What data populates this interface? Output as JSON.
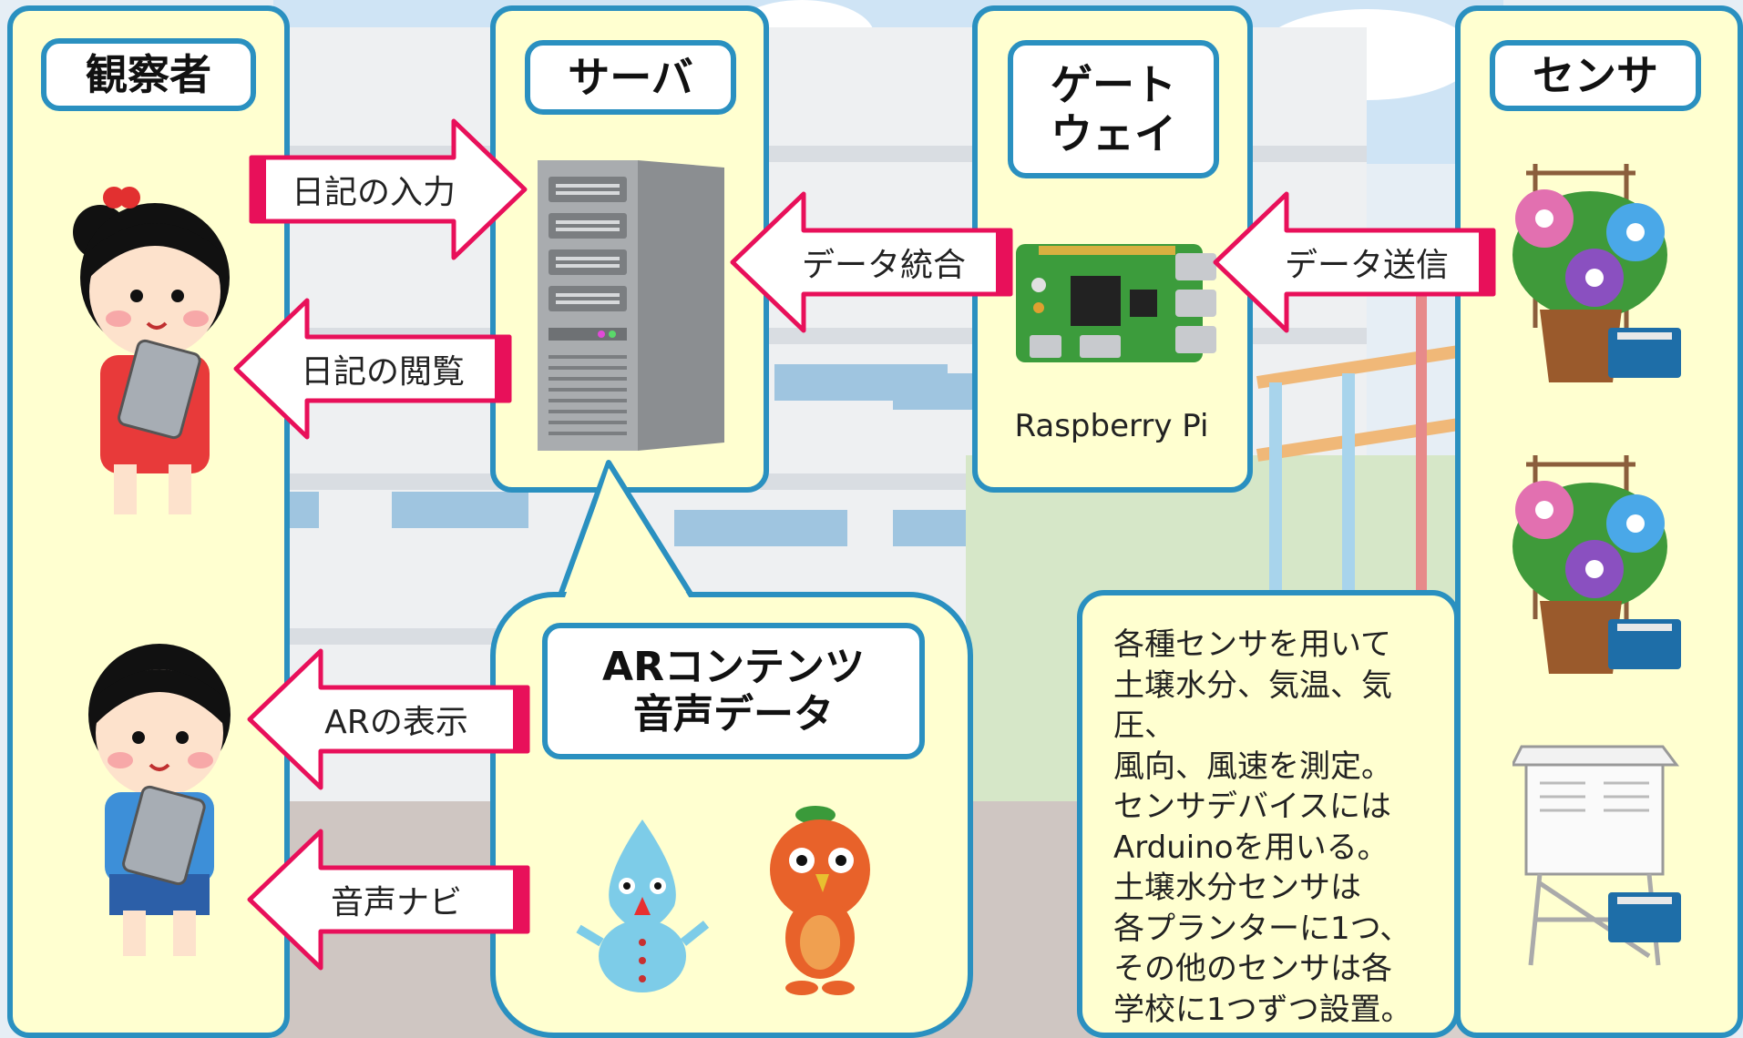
{
  "panels": {
    "observer": {
      "title": "観察者"
    },
    "server": {
      "title": "サーバ"
    },
    "gateway": {
      "title": "ゲート\nウェイ",
      "device_label": "Raspberry Pi"
    },
    "sensor": {
      "title": "センサ"
    },
    "ar": {
      "title": "ARコンテンツ\n音声データ"
    }
  },
  "arrows": {
    "diary_input": "日記の入力",
    "diary_view": "日記の閲覧",
    "data_merge": "データ統合",
    "data_send": "データ送信",
    "ar_display": "ARの表示",
    "voice_navi": "音声ナビ"
  },
  "description": "各種センサを用いて\n土壌水分、気温、気圧、\n風向、風速を測定。\nセンサデバイスには\nArduinoを用いる。\n土壌水分センサは\n各プランターに1つ、\nその他のセンサは各\n学校に1つずつ設置。",
  "colors": {
    "panel_fill": "#ffffd0",
    "panel_border": "#2a90c0",
    "arrow_border": "#e8105a"
  },
  "icons": [
    "girl-with-tablet-illustration",
    "boy-with-tablet-illustration",
    "server-tower-illustration",
    "raspberry-pi-board-illustration",
    "morning-glory-planter-illustration",
    "weather-station-box-illustration",
    "arduino-board-illustration",
    "water-drop-character-illustration",
    "orange-bird-character-illustration"
  ]
}
